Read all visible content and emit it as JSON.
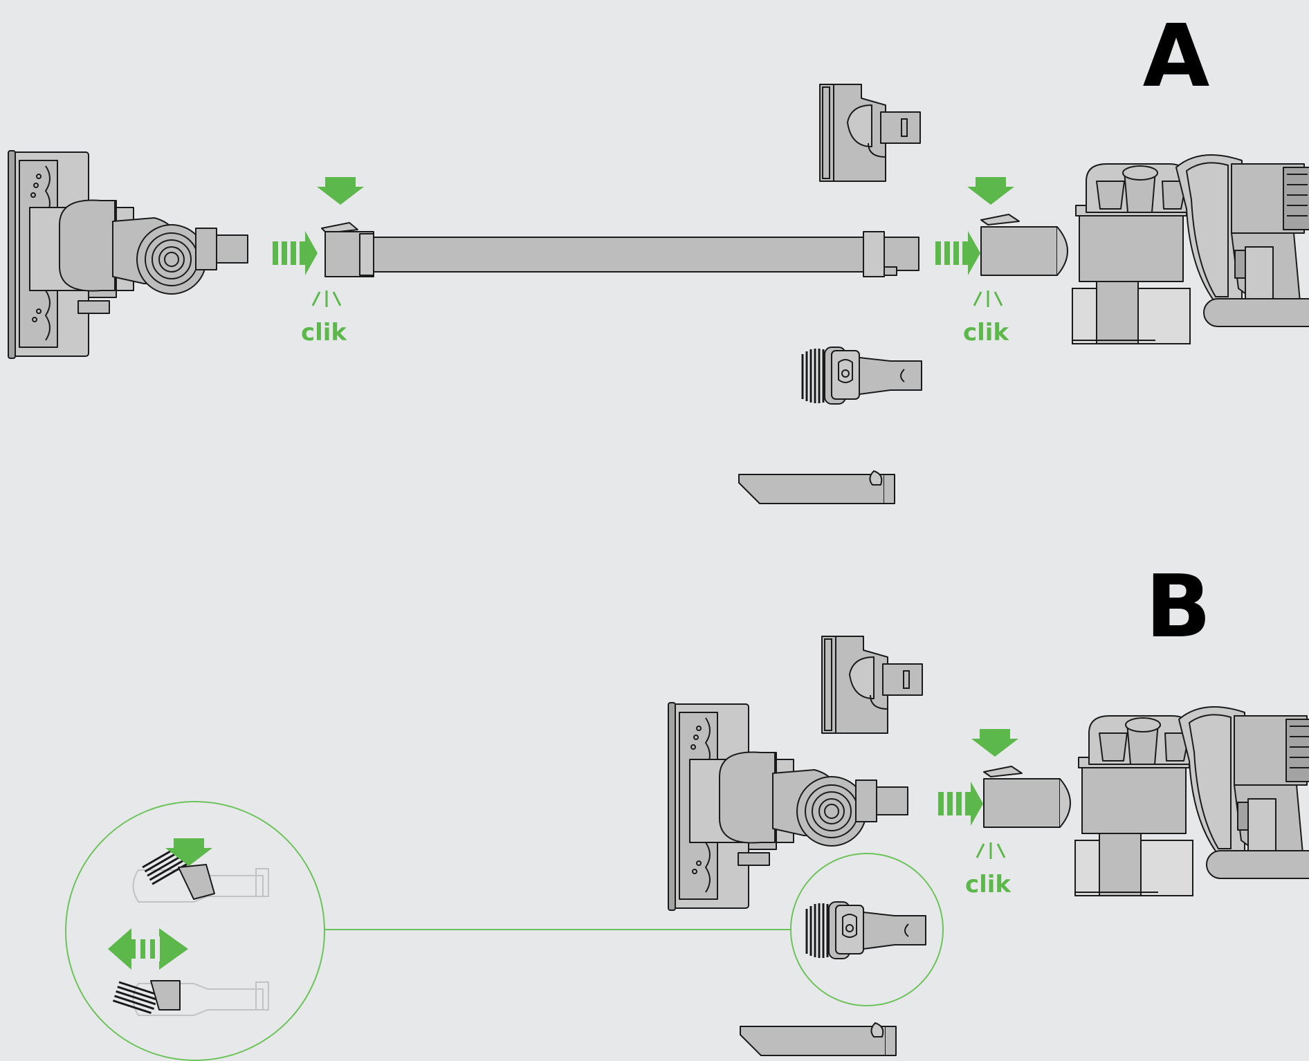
{
  "panels": [
    {
      "id": "A",
      "label": "A"
    },
    {
      "id": "B",
      "label": "B"
    }
  ],
  "click_label": "clik",
  "colors": {
    "background": "#e7e8e9",
    "accent_green": "#5cb84a",
    "part_fill": "#bdbdbe",
    "outline": "#1a1a1a",
    "callout_line": "#6cc35a"
  },
  "icons": {
    "push_arrow": "triple-bar-right-arrow",
    "press_arrow": "down-arrow",
    "slide_arrow": "double-headed-horizontal-arrow",
    "click_marks": "click-sound-lines"
  }
}
